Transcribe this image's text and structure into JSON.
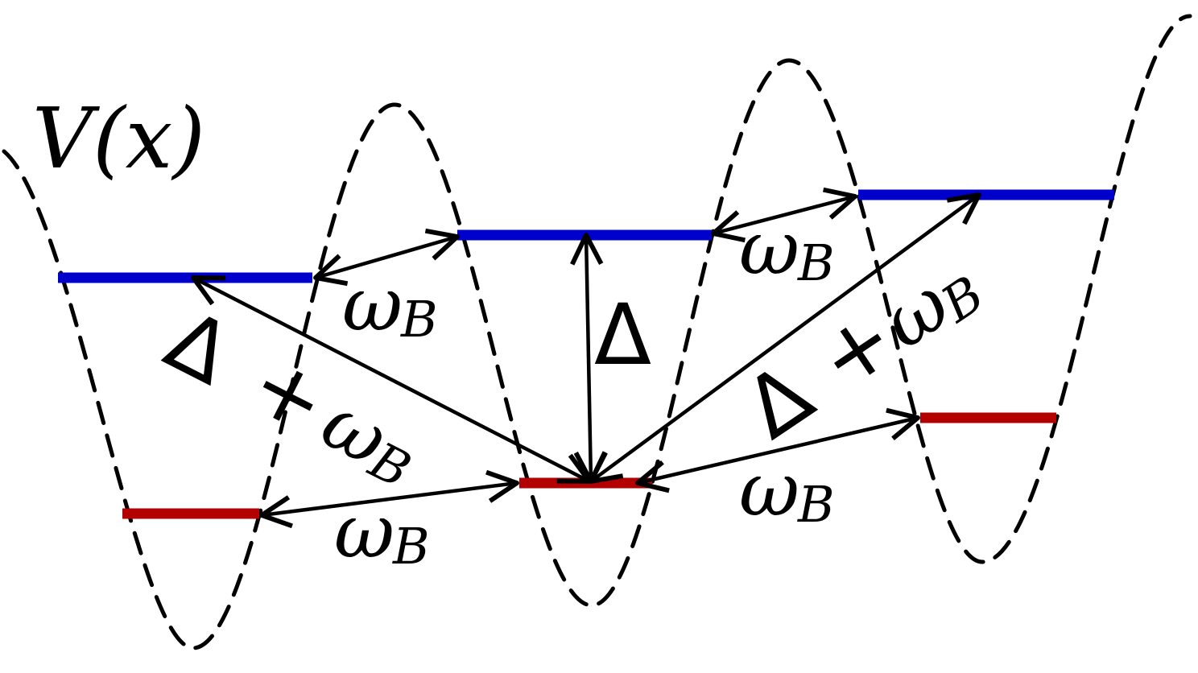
{
  "figure": {
    "potential_label": "V(x)",
    "labels": {
      "omega_symbol": "ω",
      "omega_subscript": "B",
      "delta_symbol": "Δ",
      "plus_symbol": "+"
    }
  },
  "colors": {
    "upper_level": "#0000cc",
    "lower_level": "#b30000",
    "potential": "#000000",
    "arrows": "#000000",
    "background": "#ffffff"
  }
}
